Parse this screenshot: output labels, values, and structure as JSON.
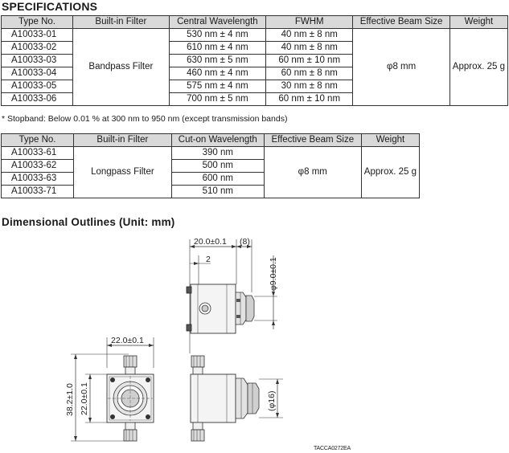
{
  "specifications": {
    "heading": "SPECIFICATIONS",
    "bandpass": {
      "headers": [
        "Type No.",
        "Built-in Filter",
        "Central Wavelength",
        "FWHM",
        "Effective Beam Size",
        "Weight"
      ],
      "filter": "Bandpass Filter",
      "beam_size": "φ8 mm",
      "weight": "Approx. 25 g",
      "rows": [
        {
          "type": "A10033-01",
          "wavelength": "530 nm ± 4 nm",
          "fwhm": "40 nm ± 8 nm"
        },
        {
          "type": "A10033-02",
          "wavelength": "610 nm ± 4 nm",
          "fwhm": "40 nm ± 8 nm"
        },
        {
          "type": "A10033-03",
          "wavelength": "630 nm ± 5 nm",
          "fwhm": "60 nm ± 10 nm"
        },
        {
          "type": "A10033-04",
          "wavelength": "460 nm ± 4 nm",
          "fwhm": "60 nm ± 8 nm"
        },
        {
          "type": "A10033-05",
          "wavelength": "575 nm ± 4 nm",
          "fwhm": "30 nm ± 8 nm"
        },
        {
          "type": "A10033-06",
          "wavelength": "700 nm ± 5 nm",
          "fwhm": "60 nm ± 10 nm"
        }
      ]
    },
    "footnote": "* Stopband: Below 0.01 % at 300 nm to 950 nm (except transmission bands)",
    "longpass": {
      "headers": [
        "Type No.",
        "Built-in Filter",
        "Cut-on Wavelength",
        "Effective Beam Size",
        "Weight"
      ],
      "filter": "Longpass Filter",
      "beam_size": "φ8 mm",
      "weight": "Approx. 25 g",
      "rows": [
        {
          "type": "A10033-61",
          "wavelength": "390 nm"
        },
        {
          "type": "A10033-62",
          "wavelength": "500 nm"
        },
        {
          "type": "A10033-63",
          "wavelength": "600 nm"
        },
        {
          "type": "A10033-71",
          "wavelength": "510 nm"
        }
      ]
    }
  },
  "dimensions": {
    "heading": "Dimensional Outlines (Unit: mm)",
    "labels": {
      "top_width": "20.0±0.1",
      "top_extra": "(8)",
      "top_offset": "2",
      "top_diameter": "φ9.0±0.1",
      "front_width": "22.0±0.1",
      "front_total_height": "38.2±1.0",
      "front_height": "22.0±0.1",
      "side_diameter": "(φ16)"
    },
    "drawing_code": "TACCA0272EA"
  }
}
